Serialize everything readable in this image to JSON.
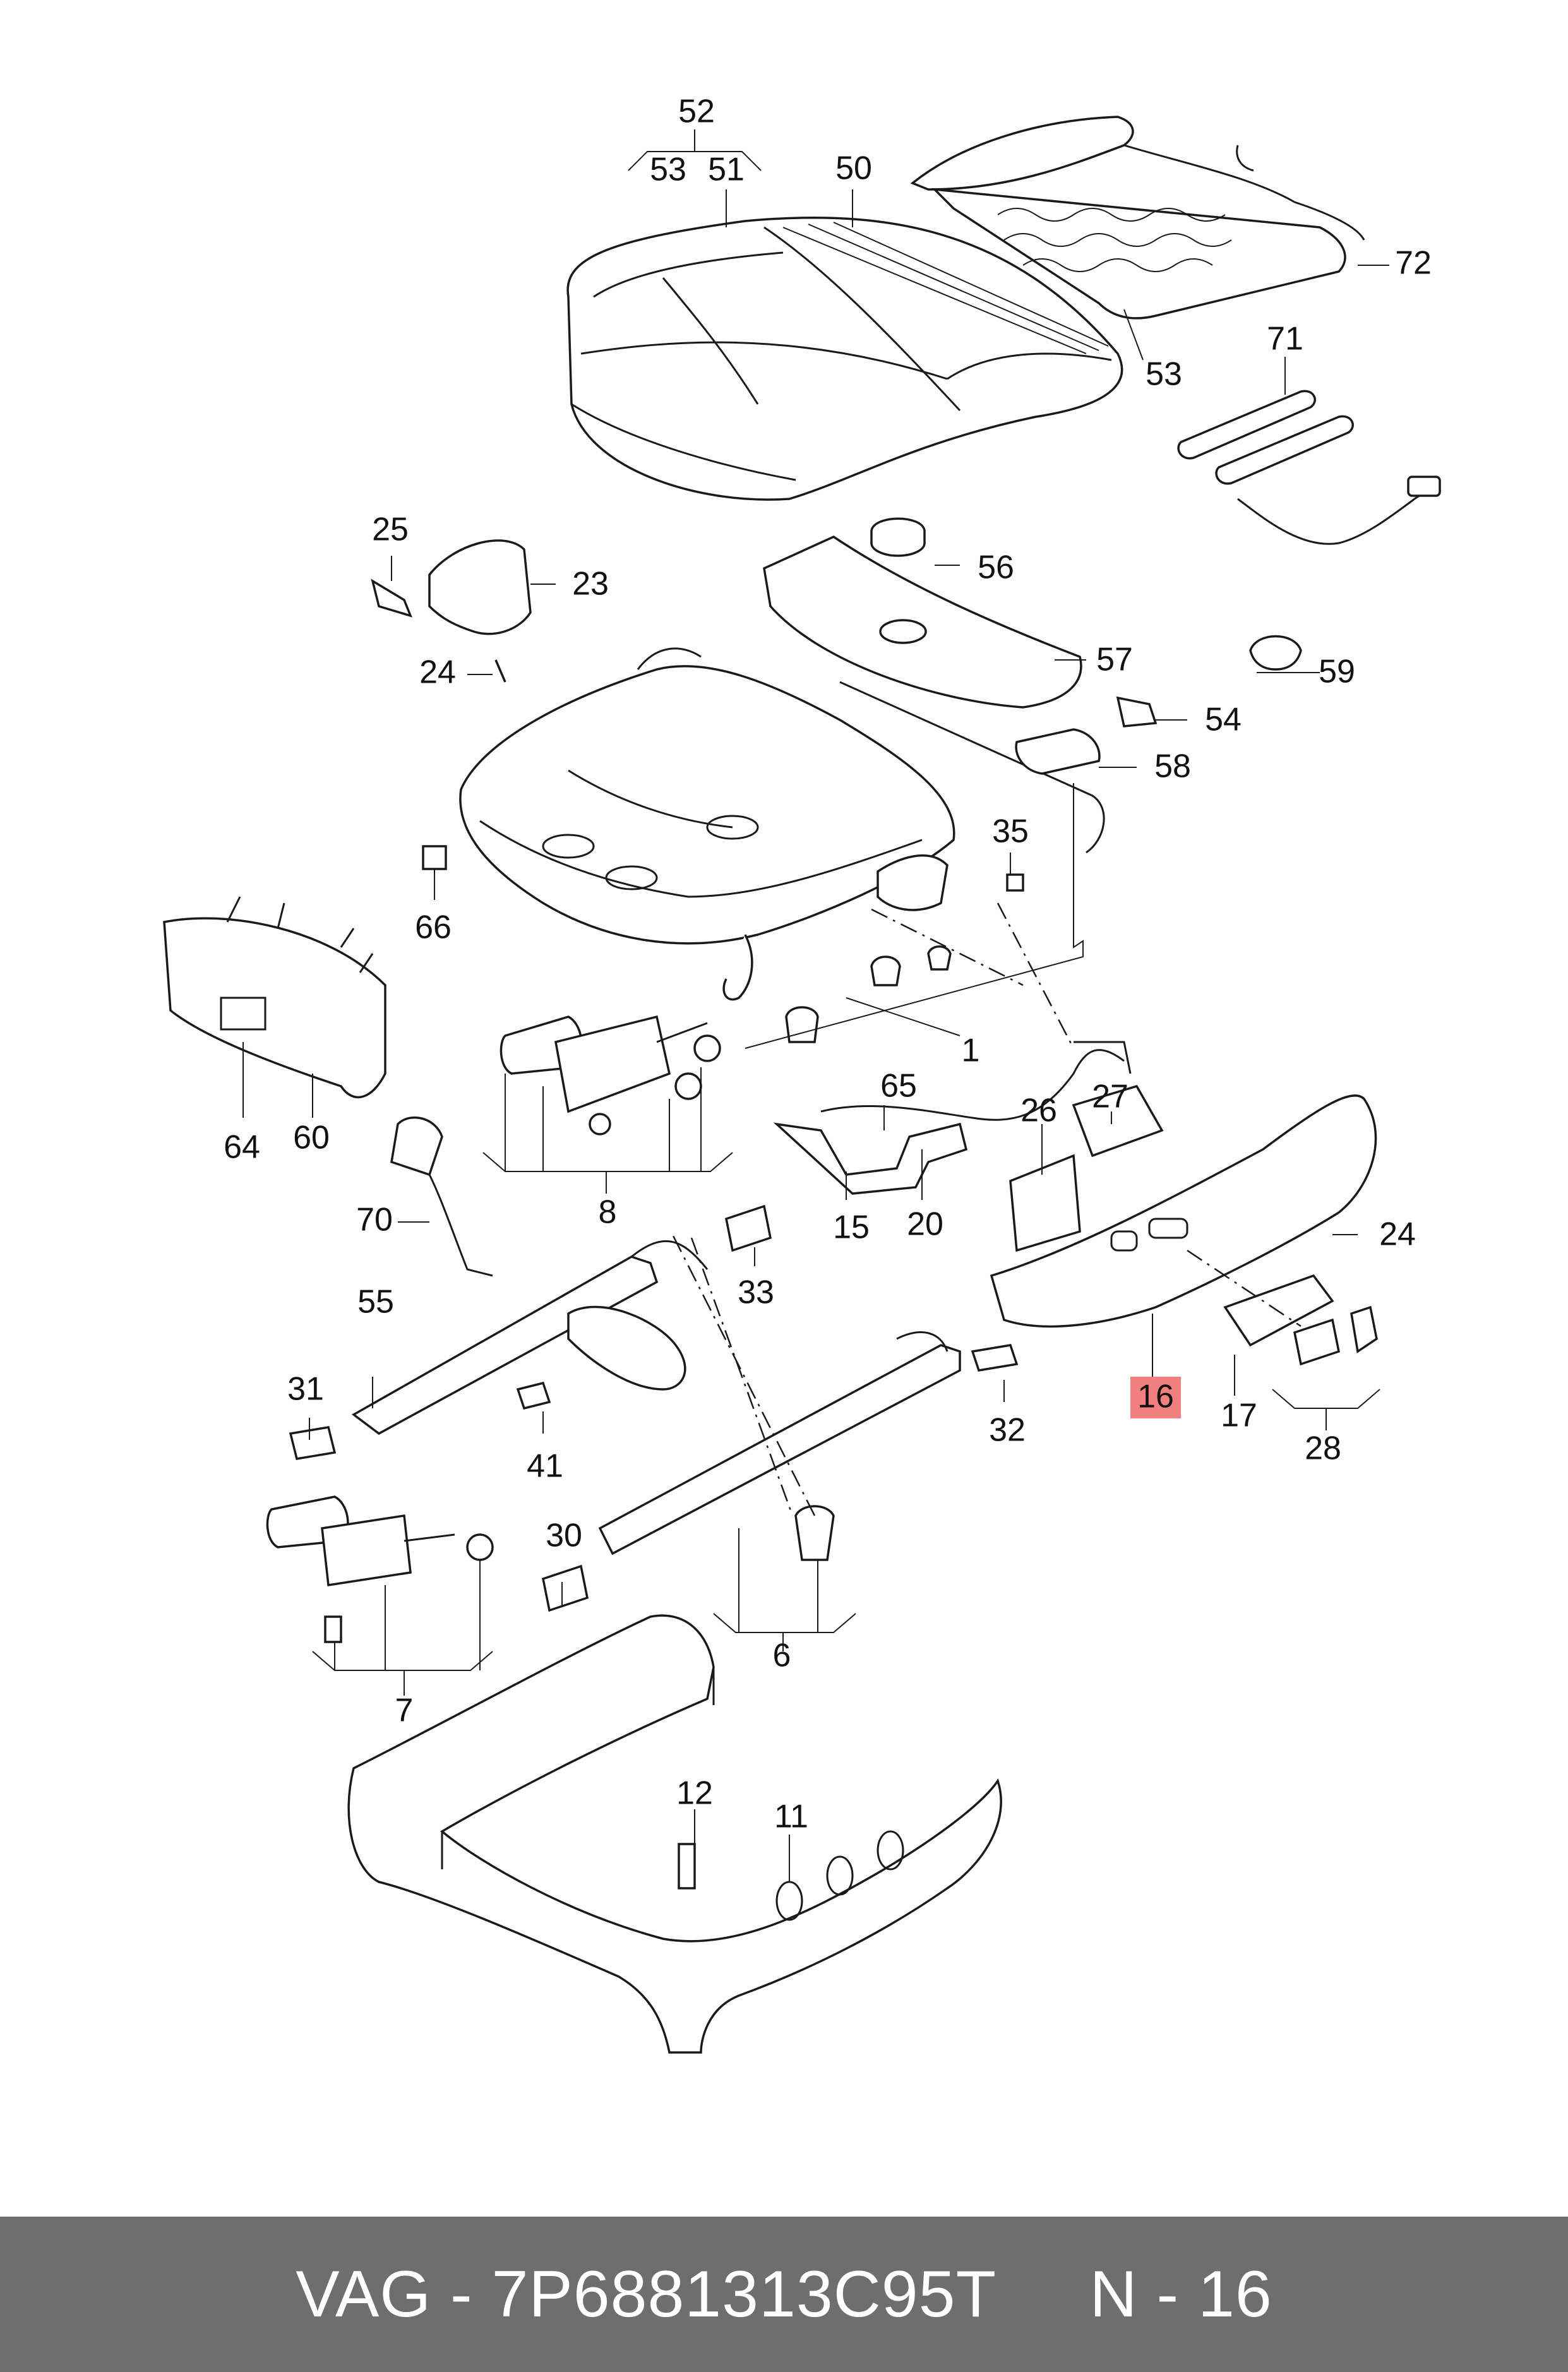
{
  "diagram": {
    "highlight_color": "#f27f7f",
    "callouts": [
      {
        "id": "c52",
        "label": "52"
      },
      {
        "id": "c53a",
        "label": "53"
      },
      {
        "id": "c51",
        "label": "51"
      },
      {
        "id": "c50",
        "label": "50"
      },
      {
        "id": "c72",
        "label": "72"
      },
      {
        "id": "c53b",
        "label": "53"
      },
      {
        "id": "c71",
        "label": "71"
      },
      {
        "id": "c25",
        "label": "25"
      },
      {
        "id": "c23",
        "label": "23"
      },
      {
        "id": "c24a",
        "label": "24"
      },
      {
        "id": "c56",
        "label": "56"
      },
      {
        "id": "c57",
        "label": "57"
      },
      {
        "id": "c59",
        "label": "59"
      },
      {
        "id": "c54",
        "label": "54"
      },
      {
        "id": "c58",
        "label": "58"
      },
      {
        "id": "c35",
        "label": "35"
      },
      {
        "id": "c66",
        "label": "66"
      },
      {
        "id": "c1",
        "label": "1"
      },
      {
        "id": "c64",
        "label": "64"
      },
      {
        "id": "c60",
        "label": "60"
      },
      {
        "id": "c8",
        "label": "8"
      },
      {
        "id": "c65",
        "label": "65"
      },
      {
        "id": "c26",
        "label": "26"
      },
      {
        "id": "c27",
        "label": "27"
      },
      {
        "id": "c15",
        "label": "15"
      },
      {
        "id": "c20",
        "label": "20"
      },
      {
        "id": "c70",
        "label": "70"
      },
      {
        "id": "c33",
        "label": "33"
      },
      {
        "id": "c24b",
        "label": "24"
      },
      {
        "id": "c55",
        "label": "55"
      },
      {
        "id": "c16",
        "label": "16",
        "highlighted": true
      },
      {
        "id": "c17",
        "label": "17"
      },
      {
        "id": "c28",
        "label": "28"
      },
      {
        "id": "c31",
        "label": "31"
      },
      {
        "id": "c41",
        "label": "41"
      },
      {
        "id": "c32",
        "label": "32"
      },
      {
        "id": "c30",
        "label": "30"
      },
      {
        "id": "c6",
        "label": "6"
      },
      {
        "id": "c7",
        "label": "7"
      },
      {
        "id": "c12",
        "label": "12"
      },
      {
        "id": "c11",
        "label": "11"
      }
    ]
  },
  "footer": {
    "text": "VAG - 7P6881313C95T     N - 16",
    "background": "#6e6e6e"
  }
}
